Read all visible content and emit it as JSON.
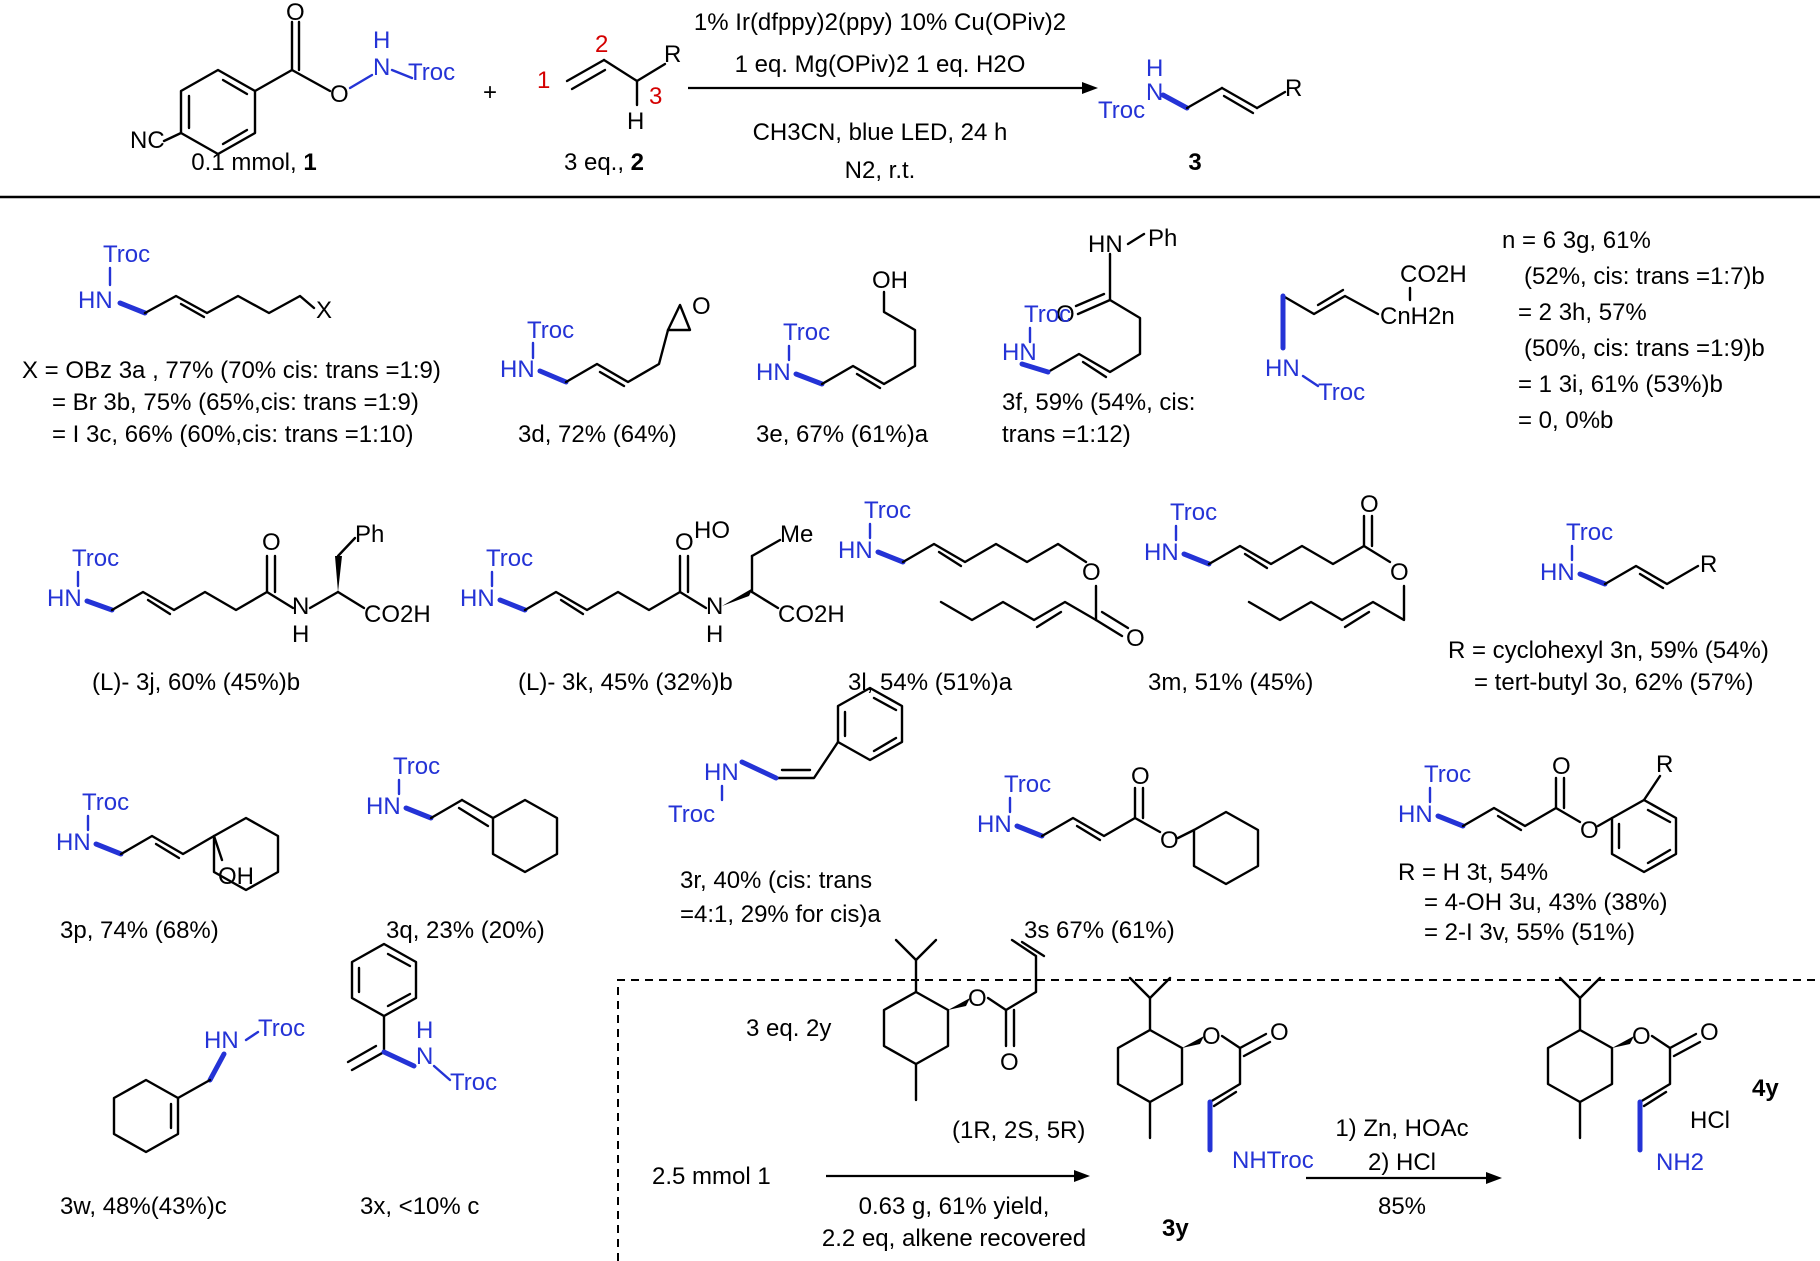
{
  "scheme": {
    "reagent_1": {
      "nc": "NC",
      "nh": "H",
      "n": "N",
      "troc": "Troc",
      "o": "O",
      "amount": "0.1 mmol, ",
      "id": "1"
    },
    "plus": "+",
    "reagent_2": {
      "r": "R",
      "h": "H",
      "pos1": "1",
      "pos2": "2",
      "pos3": "3",
      "amount": "3 eq., ",
      "id": "2"
    },
    "conditions": {
      "line1": "1% Ir(dfppy)2(ppy) 10% Cu(OPiv)2",
      "line2": "1 eq. Mg(OPiv)2  1 eq. H2O",
      "line3": "CH3CN, blue LED, 24 h",
      "line4": "N2, r.t."
    },
    "product": {
      "nh": "H",
      "n": "N",
      "troc": "Troc",
      "r": "R",
      "id": "3"
    }
  },
  "groups": {
    "troc": "Troc",
    "hn": "HN",
    "x": "X",
    "oh": "OH",
    "o": "O",
    "hn_ph": "HN",
    "ph": "Ph",
    "co2h": "CO2H",
    "cnh2n": "CnH2n",
    "nh": "N",
    "h": "H",
    "me": "Me",
    "ho": "HO",
    "r": "R",
    "nhtroc": "NHTroc",
    "nh2": "NH2",
    "hcl": "HCl"
  },
  "entries": {
    "3a": "X = OBz 3a , 77% (70% cis: trans =1:9)",
    "3b": "= Br 3b, 75% (65%,cis: trans =1:9)",
    "3c": "= I 3c, 66% (60%,cis: trans =1:10)",
    "3d": "3d, 72% (64%)",
    "3e": "3e, 67% (61%)a",
    "3f_1": "3f,  59% (54%, cis:",
    "3f_2": "trans =1:12)",
    "3g_1": "n = 6 3g, 61%",
    "3g_2": "(52%, cis: trans =1:7)b",
    "3h_1": "= 2 3h, 57%",
    "3h_2": "(50%, cis: trans =1:9)b",
    "3i": "= 1 3i, 61% (53%)b",
    "n0": "= 0, 0%b",
    "3j": "(L)- 3j, 60% (45%)b",
    "3k": "(L)- 3k, 45% (32%)b",
    "3l": "3l, 54% (51%)a",
    "3m": "3m, 51% (45%)",
    "3n": "R = cyclohexyl 3n, 59% (54%)",
    "3o": "= tert-butyl 3o, 62% (57%)",
    "3p": "3p, 74% (68%)",
    "3q": "3q, 23% (20%)",
    "3r_1": "3r, 40% (cis: trans",
    "3r_2": "=4:1, 29% for cis)a",
    "3s": "3s 67% (61%)",
    "3t": "R = H 3t, 54%",
    "3u": "= 4-OH 3u, 43% (38%)",
    "3v": "= 2-I 3v, 55% (51%)",
    "3w": "3w, 48%(43%)c",
    "3x": "3x, <10% c"
  },
  "scaleup": {
    "start": "2.5 mmol 1",
    "reagent": "3 eq. 2y",
    "config": "(1R, 2S, 5R)",
    "yield1": "0.63 g, 61% yield,",
    "yield2": "2.2 eq, alkene recovered",
    "product_id": "3y",
    "step1": "1) Zn, HOAc",
    "step2": "2) HCl",
    "step_yield": "85%",
    "final_id": "4y"
  },
  "colors": {
    "blue": "#2433d6",
    "red": "#d40000",
    "black": "#000000"
  }
}
